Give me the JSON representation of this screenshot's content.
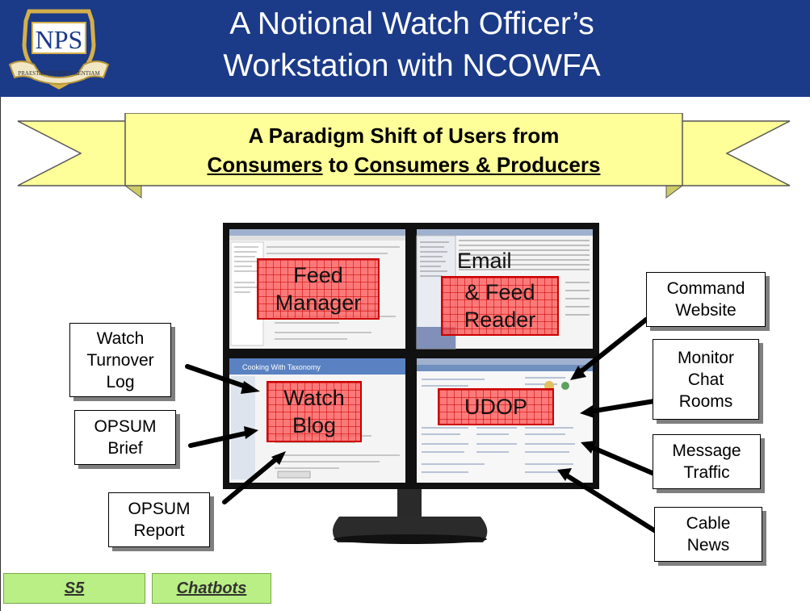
{
  "header": {
    "title_line1": "A Notional Watch Officer’s",
    "title_line2": "Workstation with NCOWFA",
    "logo_text": "NPS",
    "logo_motto": "PRAESTANTIA PER SCIENTIAM"
  },
  "banner": {
    "line1": "A Paradigm Shift of Users from",
    "word_consumers": "Consumers",
    "word_to": "to",
    "word_consumers_producers": "Consumers & Producers"
  },
  "screens": {
    "feed_manager": [
      "Feed",
      "Manager"
    ],
    "email_top": "Email",
    "email_reader": [
      "& Feed",
      "Reader"
    ],
    "watch_blog": [
      "Watch",
      "Blog"
    ],
    "udop": "UDOP",
    "blog_window_title": "Cooking With Taxonomy"
  },
  "labels": {
    "watch_turnover": [
      "Watch",
      "Turnover",
      "Log"
    ],
    "opsum_brief": [
      "OPSUM",
      "Brief"
    ],
    "opsum_report": [
      "OPSUM",
      "Report"
    ],
    "command_website": [
      "Command",
      "Website"
    ],
    "monitor_chat": [
      "Monitor",
      "Chat",
      "Rooms"
    ],
    "message_traffic": [
      "Message",
      "Traffic"
    ],
    "cable_news": [
      "Cable",
      "News"
    ]
  },
  "nav": {
    "s5": "S5",
    "chatbots": "Chatbots"
  },
  "colors": {
    "header_bg": "#1b3a88",
    "banner_fill": "#ffff99",
    "overlay_red": "#ff5050",
    "nav_green": "#b9ef84"
  }
}
